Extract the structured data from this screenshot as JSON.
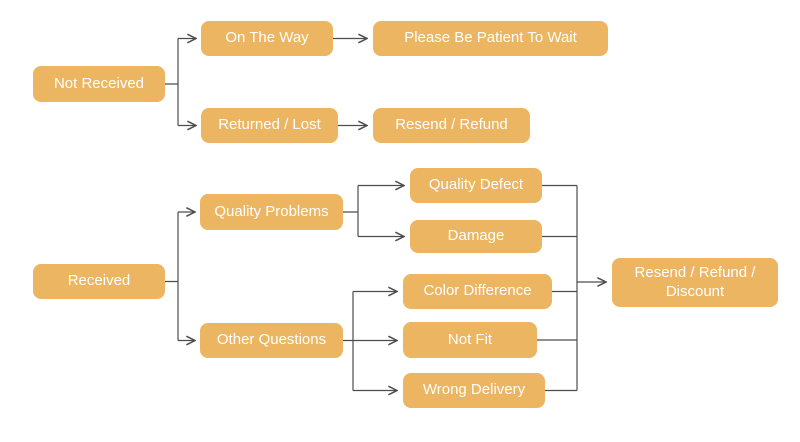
{
  "diagram": {
    "type": "flowchart",
    "colors": {
      "background": "#FFFFFF",
      "node_fill": "#ECB561",
      "node_text": "#FFFFFF",
      "connector_line": "#4D4D4D"
    },
    "nodes": {
      "not_received": {
        "label": "Not Received"
      },
      "on_the_way": {
        "label": "On The Way"
      },
      "please_be_patient": {
        "label": "Please Be Patient To Wait"
      },
      "returned_lost": {
        "label": "Returned / Lost"
      },
      "resend_refund": {
        "label": "Resend / Refund"
      },
      "received": {
        "label": "Received"
      },
      "quality_problems": {
        "label": "Quality Problems"
      },
      "quality_defect": {
        "label": "Quality Defect"
      },
      "damage": {
        "label": "Damage"
      },
      "other_questions": {
        "label": "Other Questions"
      },
      "color_difference": {
        "label": "Color Difference"
      },
      "not_fit": {
        "label": "Not Fit"
      },
      "wrong_delivery": {
        "label": "Wrong Delivery"
      },
      "resend_refund_discount": {
        "label": "Resend / Refund / Discount"
      }
    },
    "edges": [
      {
        "from": "Not Received",
        "to": "On The Way"
      },
      {
        "from": "Not Received",
        "to": "Returned / Lost"
      },
      {
        "from": "On The Way",
        "to": "Please Be Patient To Wait"
      },
      {
        "from": "Returned / Lost",
        "to": "Resend / Refund"
      },
      {
        "from": "Received",
        "to": "Quality Problems"
      },
      {
        "from": "Received",
        "to": "Other Questions"
      },
      {
        "from": "Quality Problems",
        "to": "Quality Defect"
      },
      {
        "from": "Quality Problems",
        "to": "Damage"
      },
      {
        "from": "Other Questions",
        "to": "Color Difference"
      },
      {
        "from": "Other Questions",
        "to": "Not Fit"
      },
      {
        "from": "Other Questions",
        "to": "Wrong Delivery"
      },
      {
        "from": "Quality Defect",
        "to": "Resend / Refund / Discount"
      },
      {
        "from": "Damage",
        "to": "Resend / Refund / Discount"
      },
      {
        "from": "Color Difference",
        "to": "Resend / Refund / Discount"
      },
      {
        "from": "Not Fit",
        "to": "Resend / Refund / Discount"
      },
      {
        "from": "Wrong Delivery",
        "to": "Resend / Refund / Discount"
      }
    ]
  }
}
